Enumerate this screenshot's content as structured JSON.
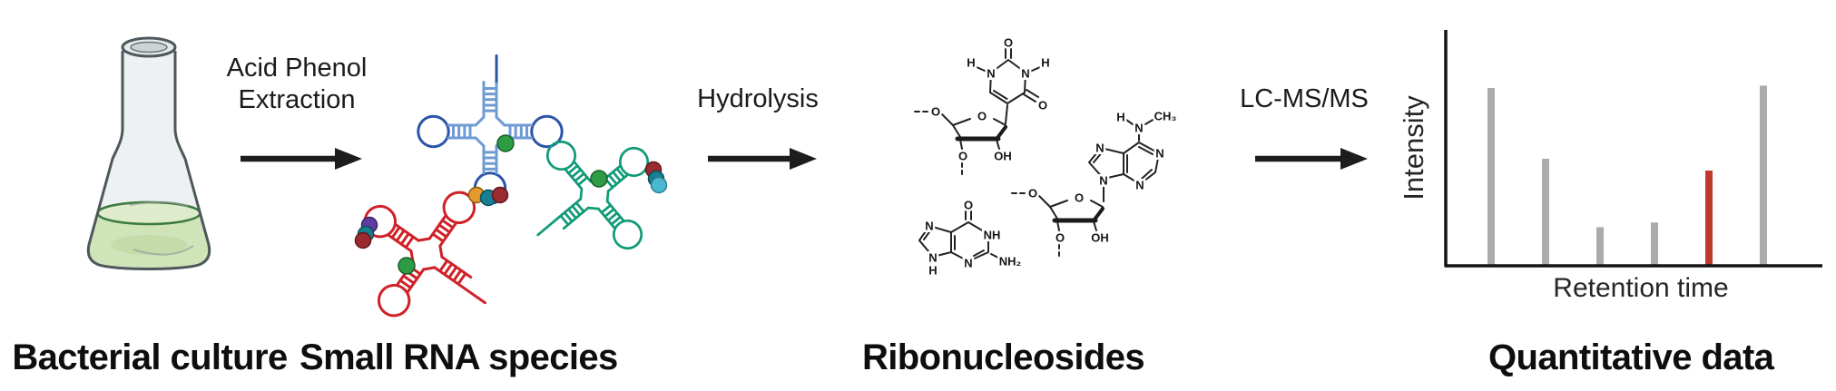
{
  "figure": {
    "type": "workflow-diagram",
    "description": "RNA modification analysis workflow: bacterial culture, acid phenol extraction of small RNA species, hydrolysis to ribonucleosides, LC-MS/MS quantitative data"
  },
  "steps": {
    "step1_label": "Bacterial culture",
    "step2_label": "Small RNA species",
    "step3_label": "Ribonucleosides",
    "step4_label": "Quantitative data"
  },
  "arrows": {
    "arrow1_line1": "Acid Phenol",
    "arrow1_line2": "Extraction",
    "arrow2_label": "Hydrolysis",
    "arrow3_label": "LC-MS/MS"
  },
  "chem": {
    "labels": {
      "H": "H",
      "N": "N",
      "O": "O",
      "OH": "OH",
      "NH": "NH",
      "NH2": "NH₂",
      "CH3": "CH₃"
    }
  },
  "chart_data": {
    "type": "bar",
    "title": "",
    "xlabel": "Retention time",
    "ylabel": "Intensity",
    "categories": [
      "peak 1",
      "peak 2",
      "peak 3",
      "peak 4",
      "peak 5",
      "peak 6"
    ],
    "values": [
      75,
      45,
      16,
      18,
      40,
      76
    ],
    "value_note": "relative peak height, percent of y-axis span; axes have no numeric ticks",
    "highlight_index": 4,
    "bar_color": "#ababab",
    "highlight_color": "#c0392b",
    "grid": false,
    "legend": false
  },
  "colors": {
    "arrow": "#1d1d1d",
    "trna_blue_strand": "#6f9bd4",
    "trna_blue_loop": "#2b55a8",
    "trna_red": "#cf2128",
    "trna_teal": "#119a78",
    "dot_green": "#2e9c44",
    "dot_orange": "#e59a2c",
    "dot_teal": "#177f92",
    "dot_dark_red": "#9c2a31",
    "dot_purple": "#5f3d9e",
    "dot_cyan": "#4cb8cf",
    "flask_liquid_green": "#cfe4b8",
    "flask_outline_gray": "#4e575c"
  }
}
